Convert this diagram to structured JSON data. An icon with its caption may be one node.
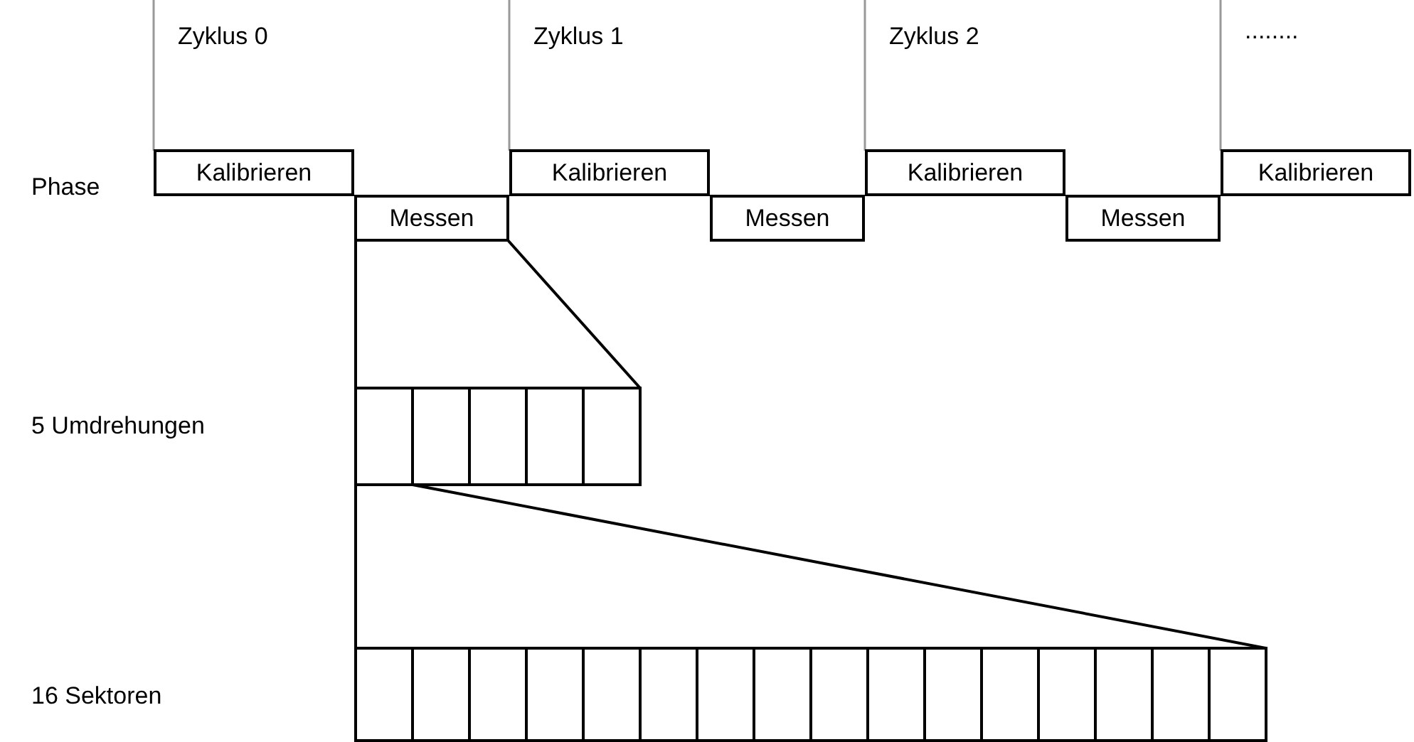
{
  "diagram": {
    "nodes": [
      {
        "text": [
          "Kalibrieren"
        ]
      },
      {
        "text": [
          "Messen"
        ]
      },
      {
        "text": [
          "Kalibrieren"
        ]
      },
      {
        "text": [
          "Messen"
        ]
      },
      {
        "text": [
          "Kalibrieren"
        ]
      },
      {
        "text": [
          "Messen"
        ]
      },
      {
        "text": [
          "Kalibrieren"
        ]
      },
      {
        "text": [],
        "shape": "box"
      },
      {
        "text": [],
        "shape": "box"
      },
      {
        "text": [],
        "shape": "box"
      },
      {
        "text": [],
        "shape": "box"
      },
      {
        "text": [],
        "shape": "box"
      },
      {
        "text": [],
        "shape": "box"
      },
      {
        "text": [],
        "shape": "box"
      },
      {
        "text": [],
        "shape": "box"
      },
      {
        "text": [],
        "shape": "box"
      },
      {
        "text": [],
        "shape": "box"
      },
      {
        "text": [],
        "shape": "box"
      },
      {
        "text": [],
        "shape": "box"
      },
      {
        "text": [],
        "shape": "box"
      },
      {
        "text": [],
        "shape": "box"
      },
      {
        "text": [],
        "shape": "box"
      },
      {
        "text": [],
        "shape": "box"
      },
      {
        "text": [],
        "shape": "box"
      },
      {
        "text": [],
        "shape": "box"
      },
      {
        "text": [],
        "shape": "box"
      },
      {
        "text": [],
        "shape": "box"
      },
      {
        "text": [],
        "shape": "box"
      }
    ],
    "edges": [
      {
        "from": 1,
        "to": 7,
        "arrow": "none"
      },
      {
        "from": 1,
        "to": 11,
        "arrow": "none"
      },
      {
        "from": 7,
        "to": 12,
        "arrow": "none"
      },
      {
        "from": 7,
        "to": 27,
        "arrow": "none"
      }
    ],
    "labels": [
      "Zyklus 0",
      "Zyklus 1",
      "Zyklus 2",
      "........",
      "Phase",
      "5 Umdrehungen",
      "16 Sektoren"
    ]
  }
}
